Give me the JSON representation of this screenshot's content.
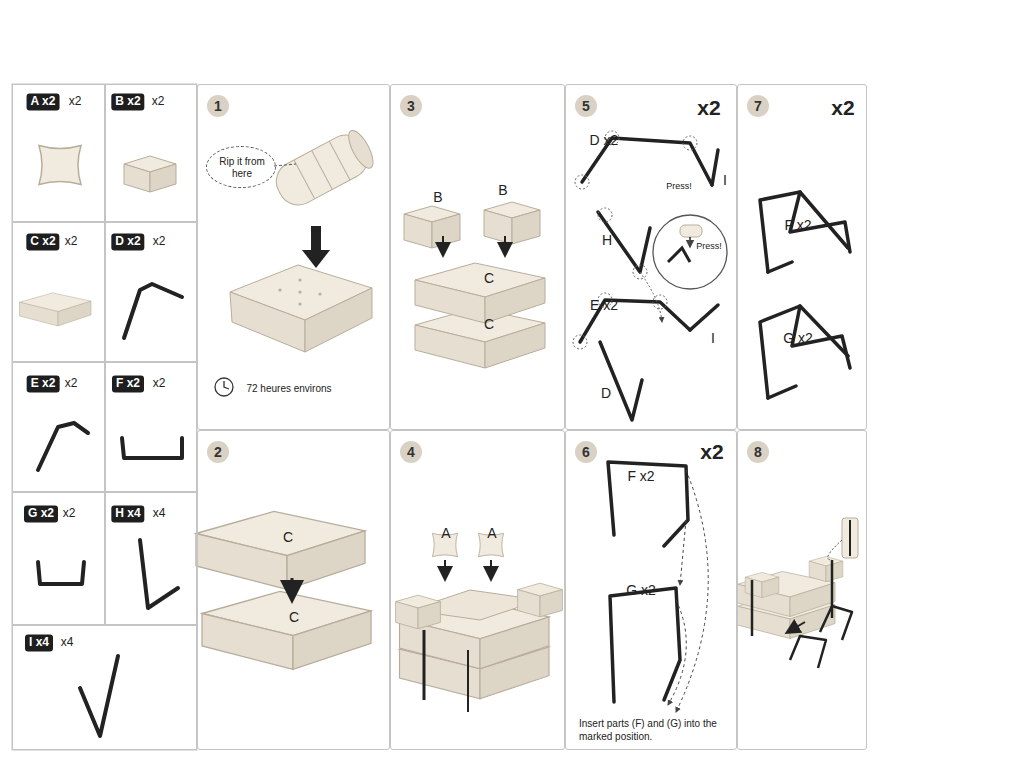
{
  "diagram": {
    "nodes": [
      {
        "text": [
          "A x2",
          "x2"
        ]
      },
      {
        "text": [
          "B x2",
          "x2"
        ]
      },
      {
        "text": [
          "C x2",
          "x2"
        ]
      },
      {
        "text": [
          "D x2",
          "x2"
        ]
      },
      {
        "text": [
          "E x2",
          "x2"
        ]
      },
      {
        "text": [
          "F x2",
          "x2"
        ]
      },
      {
        "text": [
          "G x2",
          "x2"
        ]
      },
      {
        "text": [
          "H x4",
          "x4"
        ]
      },
      {
        "text": [
          "I x4",
          "x4"
        ]
      },
      {
        "text": [
          "1",
          "72 heures environs"
        ]
      },
      {
        "text": [
          "Rip it from here"
        ],
        "in": 9
      },
      {
        "text": [
          "3",
          "B",
          "B",
          "C",
          "C"
        ]
      },
      {
        "text": [
          "5",
          "x2",
          "D x2",
          "Press!",
          "I",
          "Press!",
          "H",
          "E x2",
          "I",
          "D"
        ]
      },
      {
        "text": [
          "7",
          "x2",
          "F x2",
          "G x2"
        ]
      },
      {
        "text": [
          "2",
          "C",
          "C"
        ]
      },
      {
        "text": [
          "4",
          "A",
          "A"
        ]
      },
      {
        "text": [
          "6",
          "x2",
          "F x2",
          "G x2",
          "Insert parts (F) and (G) into the marked position."
        ]
      },
      {
        "text": [
          "8"
        ]
      }
    ]
  }
}
